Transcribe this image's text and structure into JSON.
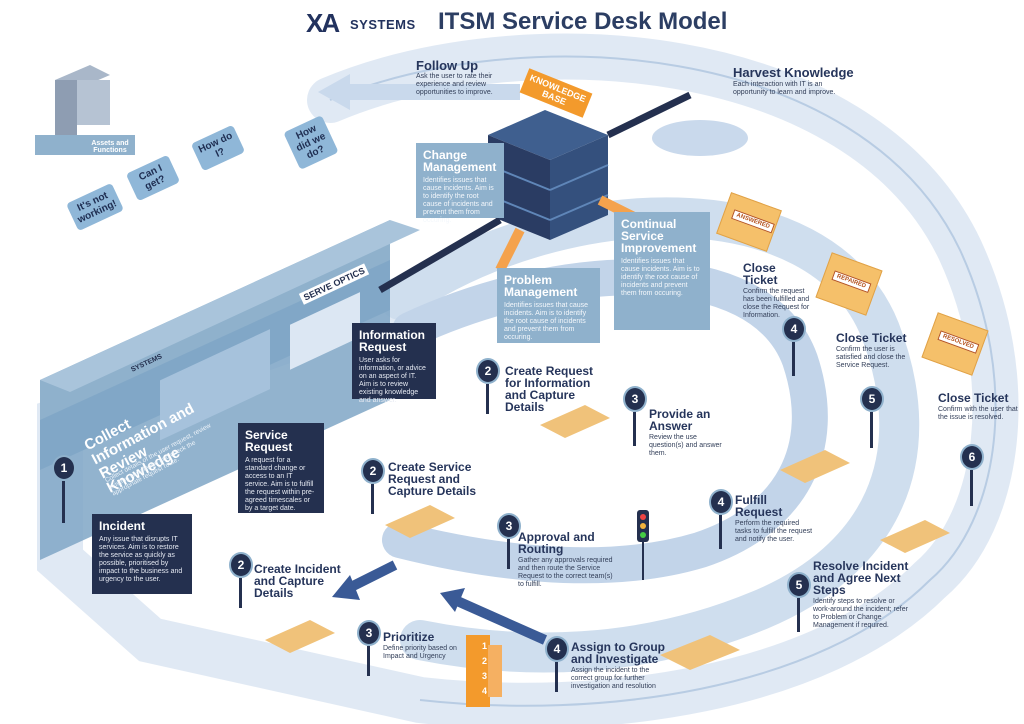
{
  "header": {
    "logo_mark": "XA",
    "logo_word": "SYSTEMS",
    "title": "ITSM Service Desk Model"
  },
  "bubbles": [
    "It's not working!",
    "Can I get?",
    "How do I?",
    "How did we do?"
  ],
  "assets": {
    "label": "Assets and Functions"
  },
  "knowledge_base": {
    "label": "KNOWLEDGE BASE"
  },
  "desk_sign": {
    "brand": "SERVE OPTICS",
    "title": "ITSM Service Desk",
    "logo_word": "SYSTEMS"
  },
  "collect": {
    "number": "1",
    "title": "Collect Information and Review Knowledge",
    "text": "Collect details of the user request, review existing knowledge and check the appropriate request route."
  },
  "follow_up": {
    "title": "Follow Up",
    "text": "Ask the user to rate their experience and review opportunities to improve."
  },
  "harvest": {
    "title": "Harvest Knowledge",
    "text": "Each interaction with IT is an opportunity to learn and improve."
  },
  "change_mgmt": {
    "title": "Change Management",
    "text": "Identifies issues that cause incidents. Aim is to identify the root cause of incidents and prevent them from occuring."
  },
  "problem_mgmt": {
    "title": "Problem Management",
    "text": "Identifies issues that cause incidents. Aim is to identify the root cause of incidents and prevent them from occuring."
  },
  "continual": {
    "title": "Continual Service Improvement",
    "text": "Identifies issues that cause incidents. Aim is to identify the root cause of incidents and prevent them from occuring."
  },
  "info_request": {
    "title": "Information Request",
    "text": "User asks for information, or advice on an aspect of IT. Aim is to review existing knowledge and answer."
  },
  "service_request": {
    "title": "Service Request",
    "text": "A request for a standard change or access to an IT service. Aim is to fulfill the request within pre-agreed timescales or by a target date."
  },
  "incident": {
    "title": "Incident",
    "text": "Any issue that disrupts IT services. Aim is to restore the service as quickly as possible, prioritised by impact to the business and urgency to the user."
  },
  "steps": [
    {
      "id": "info2",
      "number": "2",
      "title": "Create Request for Information and Capture Details",
      "text": ""
    },
    {
      "id": "info3",
      "number": "3",
      "title": "Provide an Answer",
      "text": "Review the use question(s) and answer them."
    },
    {
      "id": "info4",
      "number": "4",
      "title": "Close Ticket",
      "text": "Confirm the request has been fulfilled and close the Request for Information."
    },
    {
      "id": "svc2",
      "number": "2",
      "title": "Create Service Request and Capture Details",
      "text": ""
    },
    {
      "id": "svc3",
      "number": "3",
      "title": "Approval and Routing",
      "text": "Gather any approvals required and then route the Service Request to the correct team(s) to fulfill."
    },
    {
      "id": "svc4",
      "number": "4",
      "title": "Fulfill Request",
      "text": "Perform the required tasks to fulfill the request and notify the user."
    },
    {
      "id": "svc5",
      "number": "5",
      "title": "Close Ticket",
      "text": "Confirm the user is satisfied and close the Service Request."
    },
    {
      "id": "inc2",
      "number": "2",
      "title": "Create Incident and Capture Details",
      "text": ""
    },
    {
      "id": "inc3",
      "number": "3",
      "title": "Prioritize",
      "text": "Define priority based on Impact and Urgency"
    },
    {
      "id": "inc4",
      "number": "4",
      "title": "Assign to Group and Investigate",
      "text": "Assign the incident to the correct group for further investigation and resolution"
    },
    {
      "id": "inc5",
      "number": "5",
      "title": "Resolve Incident and Agree Next Steps",
      "text": "Identify steps to resolve or work-around the incident; refer to Problem or Change Management if required."
    },
    {
      "id": "inc6",
      "number": "6",
      "title": "Close Ticket",
      "text": "Confirm with the user that the issue is resolved."
    }
  ],
  "folders": [
    "ANSWERED",
    "REPAIRED",
    "RESOLVED"
  ],
  "priority_numbers": [
    "1",
    "2",
    "3",
    "4"
  ],
  "colors": {
    "navy": "#24304f",
    "track": "#c9d9ec",
    "track_edge": "#8fb1cc",
    "accent": "#f39a2c",
    "title": "#2c3e63"
  }
}
